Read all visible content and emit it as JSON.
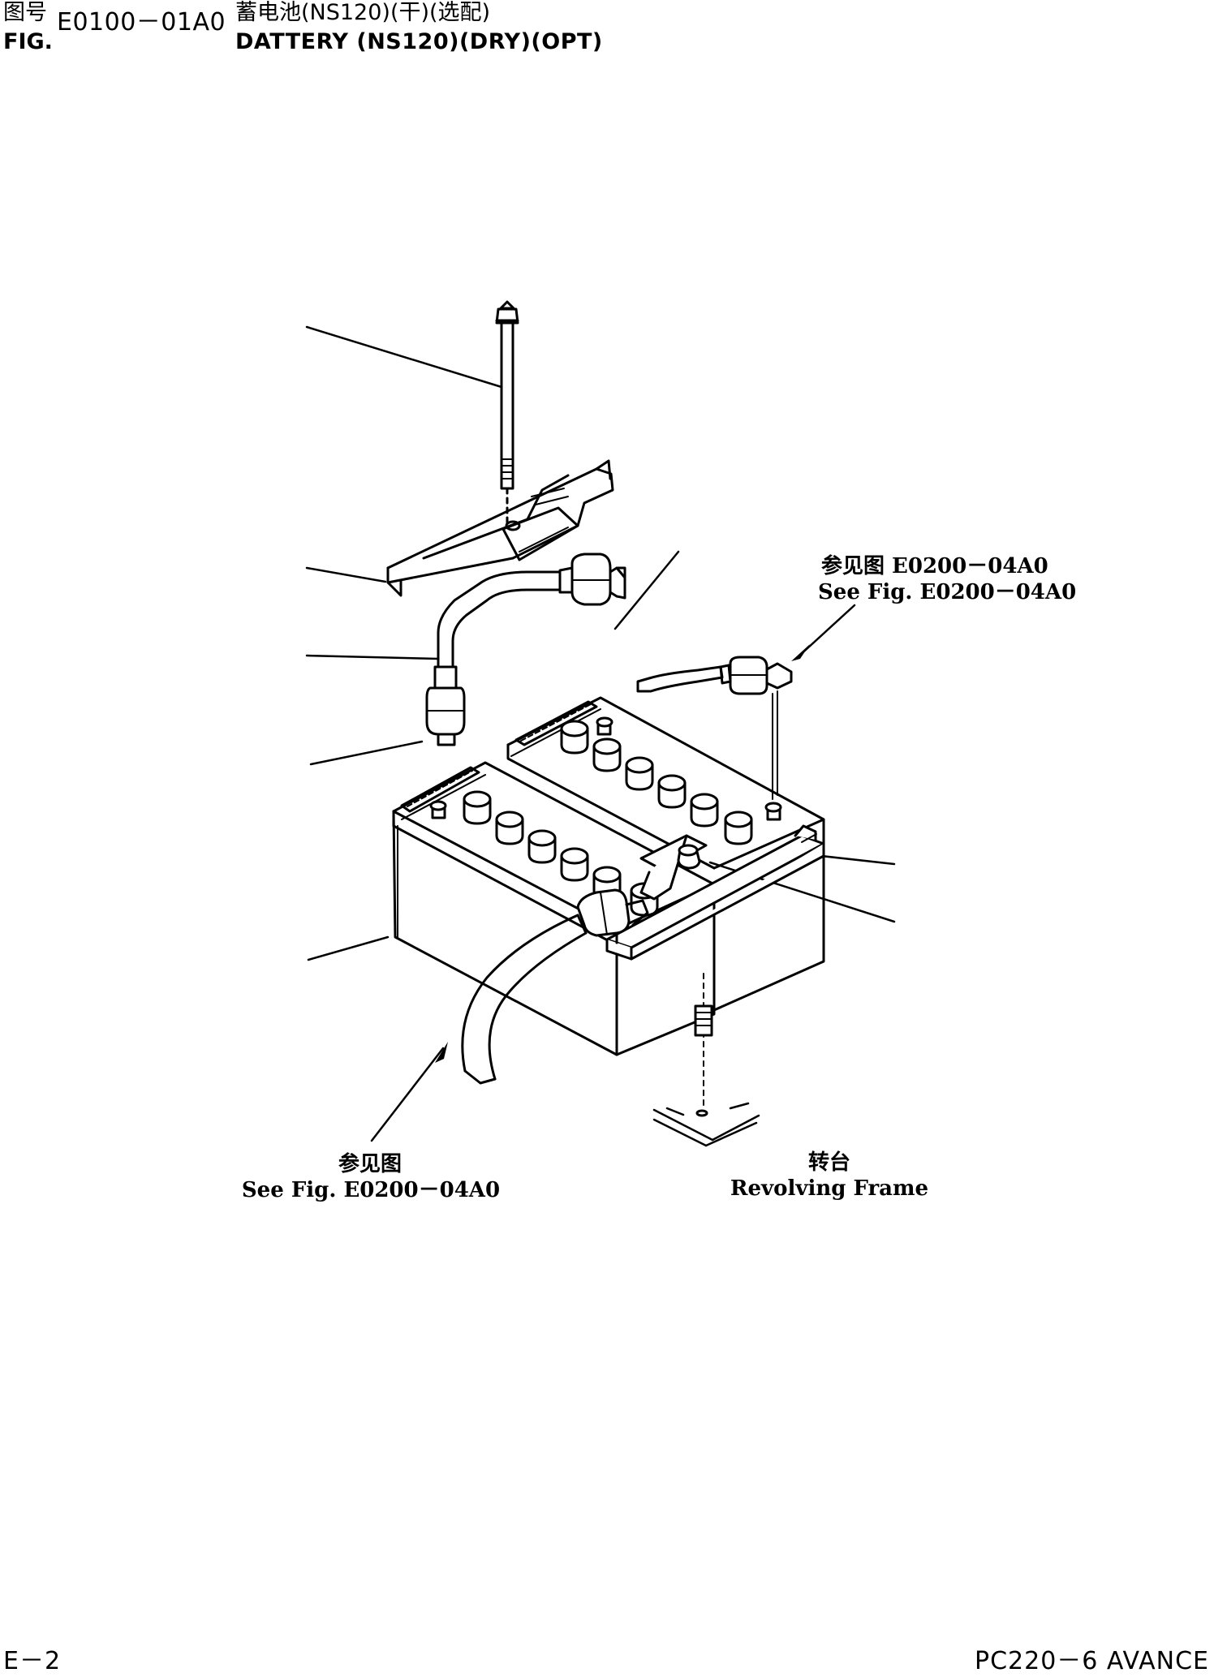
{
  "header": {
    "label_zh": "图号",
    "label_en": "FIG.",
    "figure_number": "E0100－01A0",
    "title_zh": "蓄电池(NS120)(干)(选配)",
    "title_en": "DATTERY (NS120)(DRY)(OPT)"
  },
  "callouts": {
    "top_right_zh": "参见图 E0200－04A0",
    "top_right_en": "See Fig. E0200－04A0",
    "bottom_left_zh": "参见图",
    "bottom_left_en": "See Fig. E0200－04A0",
    "frame_zh": "转台",
    "frame_en": "Revolving Frame"
  },
  "footer": {
    "page": "E－2",
    "model": "PC220－6 AVANCE"
  }
}
